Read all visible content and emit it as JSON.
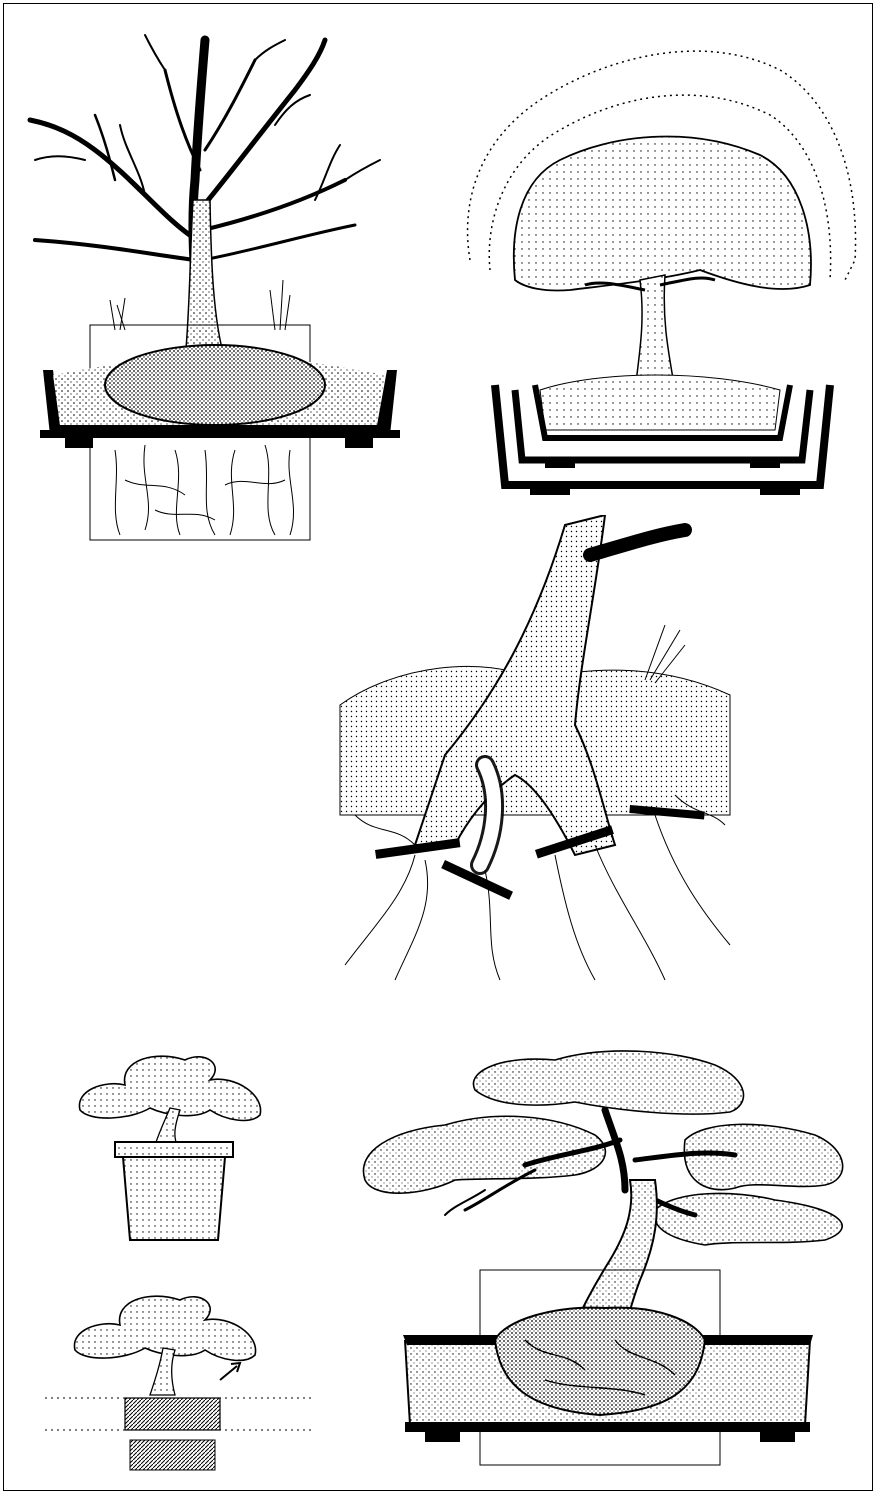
{
  "figure": {
    "kind": "black-and-white bonsai repotting illustrations",
    "panels": [
      {
        "id": "deciduous-repot",
        "icon": "bare-tree-root-pruning-icon"
      },
      {
        "id": "canopy-pot-sizes",
        "icon": "tree-canopy-pots-icon"
      },
      {
        "id": "root-cut-closeup",
        "icon": "root-cut-icon"
      },
      {
        "id": "potted-nursery-tree",
        "icon": "nursery-pot-icon"
      },
      {
        "id": "root-ball-cut",
        "icon": "root-ball-icon"
      },
      {
        "id": "pine-in-bonsai-pot",
        "icon": "pine-bonsai-icon"
      }
    ],
    "colors": {
      "ink": "#000000",
      "paper": "#ffffff"
    }
  }
}
